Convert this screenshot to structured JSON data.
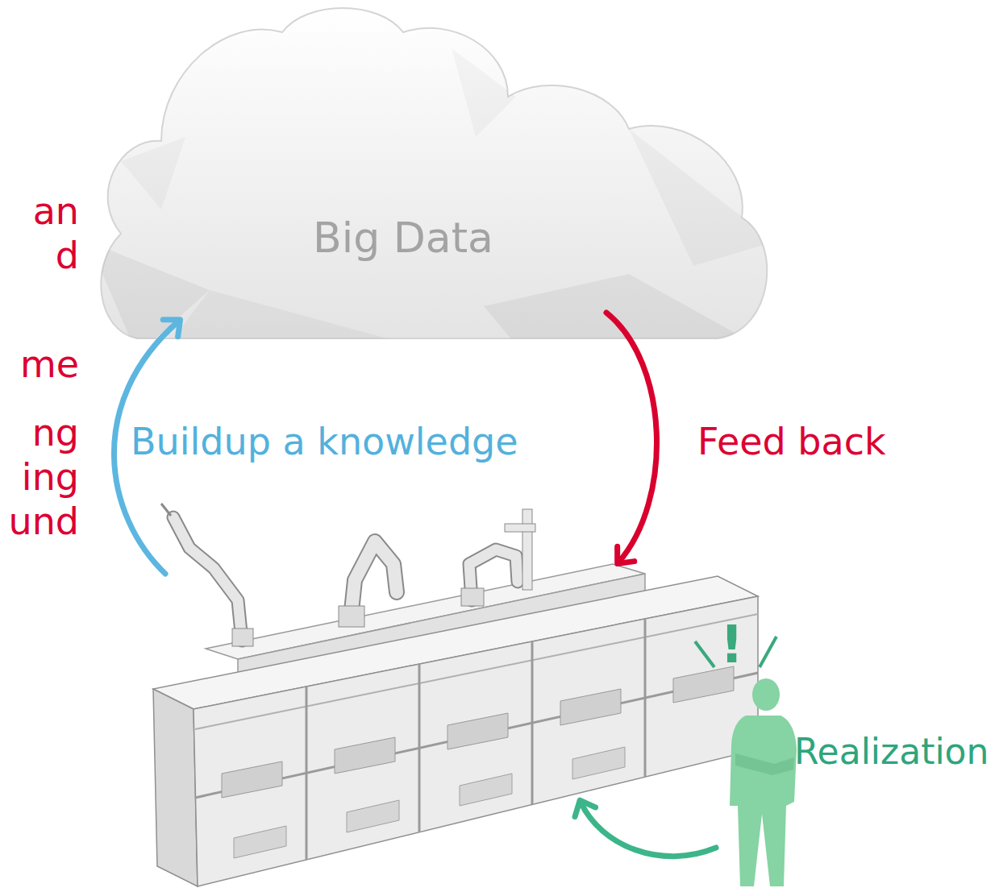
{
  "diagram": {
    "nodes": [
      {
        "text": [
          "Big Data"
        ]
      },
      {
        "text": [
          "Realization"
        ]
      }
    ],
    "labels": [
      "an",
      "d",
      "me",
      "ng",
      "ing",
      "und",
      "Buildup a knowledge",
      "Feed back",
      "!"
    ]
  }
}
